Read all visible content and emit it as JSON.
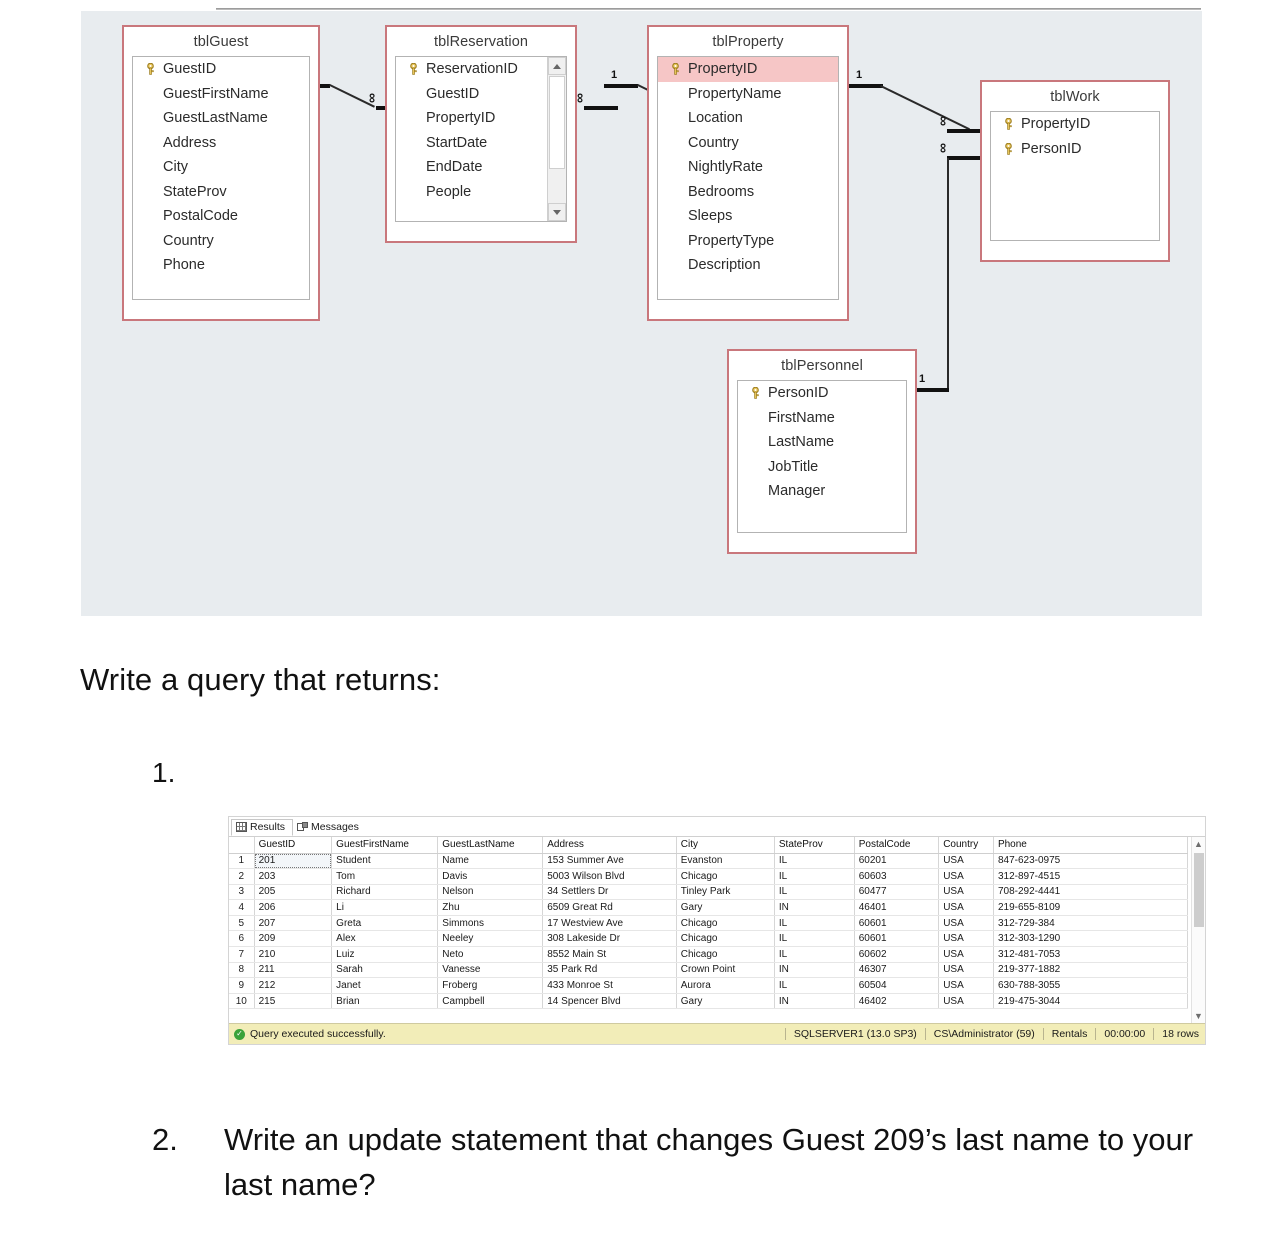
{
  "document": {
    "question_intro": "Write a query that returns:",
    "item1_marker": "1.",
    "item2_marker": "2.",
    "item2_text": "Write an update statement that changes Guest 209’s last name to your last name?"
  },
  "er_diagram": {
    "canvas_background": "#e8ecef",
    "table_border_color": "#c9777c",
    "highlight_color": "#f6c6c6",
    "tables": [
      {
        "name": "tblGuest",
        "fields": [
          {
            "label": "GuestID",
            "primary_key": true,
            "highlighted": false
          },
          {
            "label": "GuestFirstName",
            "primary_key": false,
            "highlighted": false
          },
          {
            "label": "GuestLastName",
            "primary_key": false,
            "highlighted": false
          },
          {
            "label": "Address",
            "primary_key": false,
            "highlighted": false
          },
          {
            "label": "City",
            "primary_key": false,
            "highlighted": false
          },
          {
            "label": "StateProv",
            "primary_key": false,
            "highlighted": false
          },
          {
            "label": "PostalCode",
            "primary_key": false,
            "highlighted": false
          },
          {
            "label": "Country",
            "primary_key": false,
            "highlighted": false
          },
          {
            "label": "Phone",
            "primary_key": false,
            "highlighted": false
          }
        ]
      },
      {
        "name": "tblReservation",
        "has_scrollbar": true,
        "fields": [
          {
            "label": "ReservationID",
            "primary_key": true,
            "highlighted": false
          },
          {
            "label": "GuestID",
            "primary_key": false,
            "highlighted": false
          },
          {
            "label": "PropertyID",
            "primary_key": false,
            "highlighted": false
          },
          {
            "label": "StartDate",
            "primary_key": false,
            "highlighted": false
          },
          {
            "label": "EndDate",
            "primary_key": false,
            "highlighted": false
          },
          {
            "label": "People",
            "primary_key": false,
            "highlighted": false
          }
        ]
      },
      {
        "name": "tblProperty",
        "fields": [
          {
            "label": "PropertyID",
            "primary_key": true,
            "highlighted": true
          },
          {
            "label": "PropertyName",
            "primary_key": false,
            "highlighted": false
          },
          {
            "label": "Location",
            "primary_key": false,
            "highlighted": false
          },
          {
            "label": "Country",
            "primary_key": false,
            "highlighted": false
          },
          {
            "label": "NightlyRate",
            "primary_key": false,
            "highlighted": false
          },
          {
            "label": "Bedrooms",
            "primary_key": false,
            "highlighted": false
          },
          {
            "label": "Sleeps",
            "primary_key": false,
            "highlighted": false
          },
          {
            "label": "PropertyType",
            "primary_key": false,
            "highlighted": false
          },
          {
            "label": "Description",
            "primary_key": false,
            "highlighted": false
          }
        ]
      },
      {
        "name": "tblWork",
        "fields": [
          {
            "label": "PropertyID",
            "primary_key": true,
            "highlighted": false
          },
          {
            "label": "PersonID",
            "primary_key": true,
            "highlighted": false
          }
        ]
      },
      {
        "name": "tblPersonnel",
        "fields": [
          {
            "label": "PersonID",
            "primary_key": true,
            "highlighted": false
          },
          {
            "label": "FirstName",
            "primary_key": false,
            "highlighted": false
          },
          {
            "label": "LastName",
            "primary_key": false,
            "highlighted": false
          },
          {
            "label": "JobTitle",
            "primary_key": false,
            "highlighted": false
          },
          {
            "label": "Manager",
            "primary_key": false,
            "highlighted": false
          }
        ]
      }
    ],
    "relationships": [
      {
        "from": "tblGuest",
        "to": "tblReservation",
        "from_card": "1",
        "to_card": "∞"
      },
      {
        "from": "tblReservation",
        "to": "tblProperty",
        "from_card": "1",
        "to_card": "∞"
      },
      {
        "from": "tblProperty",
        "to": "tblWork",
        "from_card": "1",
        "to_card": "∞"
      },
      {
        "from": "tblPersonnel",
        "to": "tblWork",
        "from_card": "1",
        "to_card": "∞"
      }
    ]
  },
  "results_pane": {
    "tabs": [
      {
        "label": "Results",
        "active": true
      },
      {
        "label": "Messages",
        "active": false
      }
    ],
    "columns": [
      "GuestID",
      "GuestFirstName",
      "GuestLastName",
      "Address",
      "City",
      "StateProv",
      "PostalCode",
      "Country",
      "Phone"
    ],
    "rows": [
      {
        "n": "1",
        "cells": [
          "201",
          "Student",
          "Name",
          "153 Summer Ave",
          "Evanston",
          "IL",
          "60201",
          "USA",
          "847-623-0975"
        ]
      },
      {
        "n": "2",
        "cells": [
          "203",
          "Tom",
          "Davis",
          "5003 Wilson Blvd",
          "Chicago",
          "IL",
          "60603",
          "USA",
          "312-897-4515"
        ]
      },
      {
        "n": "3",
        "cells": [
          "205",
          "Richard",
          "Nelson",
          "34 Settlers Dr",
          "Tinley Park",
          "IL",
          "60477",
          "USA",
          "708-292-4441"
        ]
      },
      {
        "n": "4",
        "cells": [
          "206",
          "Li",
          "Zhu",
          "6509 Great Rd",
          "Gary",
          "IN",
          "46401",
          "USA",
          "219-655-8109"
        ]
      },
      {
        "n": "5",
        "cells": [
          "207",
          "Greta",
          "Simmons",
          "17 Westview Ave",
          "Chicago",
          "IL",
          "60601",
          "USA",
          "312-729-384"
        ]
      },
      {
        "n": "6",
        "cells": [
          "209",
          "Alex",
          "Neeley",
          "308 Lakeside Dr",
          "Chicago",
          "IL",
          "60601",
          "USA",
          "312-303-1290"
        ]
      },
      {
        "n": "7",
        "cells": [
          "210",
          "Luiz",
          "Neto",
          "8552 Main St",
          "Chicago",
          "IL",
          "60602",
          "USA",
          "312-481-7053"
        ]
      },
      {
        "n": "8",
        "cells": [
          "211",
          "Sarah",
          "Vanesse",
          "35 Park Rd",
          "Crown Point",
          "IN",
          "46307",
          "USA",
          "219-377-1882"
        ]
      },
      {
        "n": "9",
        "cells": [
          "212",
          "Janet",
          "Froberg",
          "433 Monroe St",
          "Aurora",
          "IL",
          "60504",
          "USA",
          "630-788-3055"
        ]
      },
      {
        "n": "10",
        "cells": [
          "215",
          "Brian",
          "Campbell",
          "14 Spencer Blvd",
          "Gary",
          "IN",
          "46402",
          "USA",
          "219-475-3044"
        ]
      }
    ],
    "status": {
      "message": "Query executed successfully.",
      "server": "SQLSERVER1 (13.0 SP3)",
      "user": "CS\\Administrator (59)",
      "database": "Rentals",
      "elapsed": "00:00:00",
      "row_count": "18 rows"
    }
  }
}
